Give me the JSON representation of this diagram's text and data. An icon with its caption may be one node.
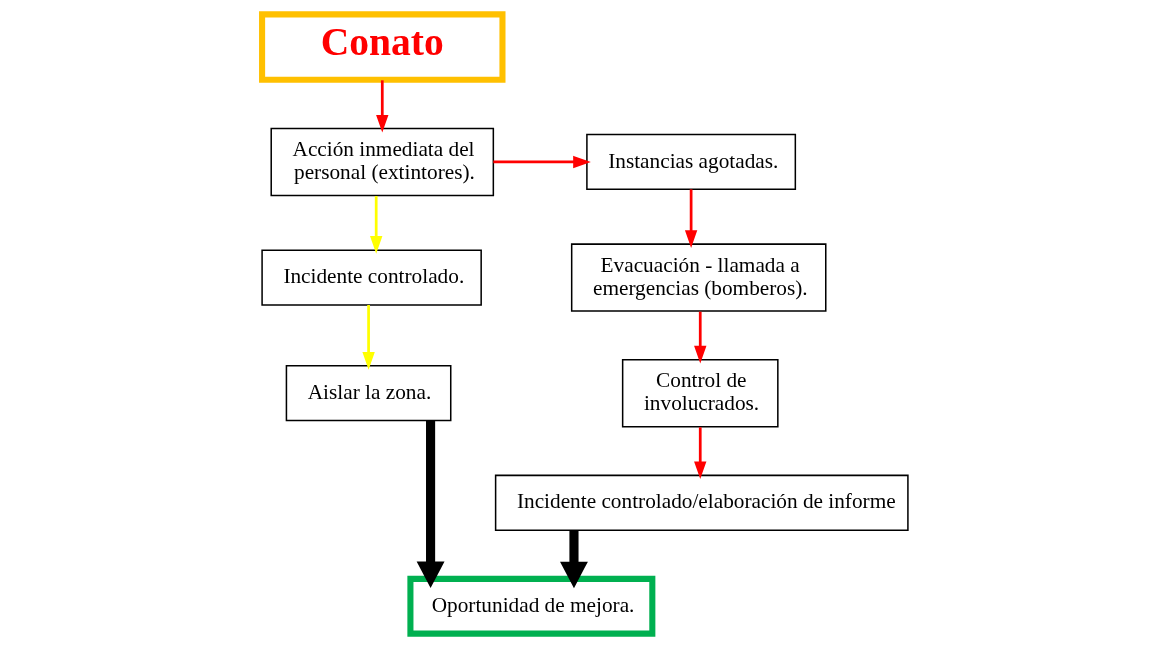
{
  "diagram": {
    "nodes": [
      {
        "text": [
          "Conato"
        ]
      },
      {
        "text": [
          "Acción inmediata del personal (extintores)."
        ]
      },
      {
        "text": [
          "Instancias agotadas."
        ]
      },
      {
        "text": [
          "Incidente controlado."
        ]
      },
      {
        "text": [
          "Evacuación - llamada a emergencias (bomberos)."
        ]
      },
      {
        "text": [
          "Aislar la zona."
        ]
      },
      {
        "text": [
          "Control de involucrados."
        ]
      },
      {
        "text": [
          "Incidente controlado/elaboración de informe"
        ]
      },
      {
        "text": [
          "Oportunidad de mejora."
        ]
      }
    ],
    "edges": [
      {
        "from": 0,
        "to": 1,
        "arrow": "to"
      },
      {
        "from": 1,
        "to": 2,
        "arrow": "to"
      },
      {
        "from": 1,
        "to": 3,
        "arrow": "to",
        "color": "#ffff00"
      },
      {
        "from": 3,
        "to": 5,
        "arrow": "to",
        "color": "#ffff00"
      },
      {
        "from": 2,
        "to": 4,
        "arrow": "to"
      },
      {
        "from": 4,
        "to": 6,
        "arrow": "to"
      },
      {
        "from": 6,
        "to": 7,
        "arrow": "to"
      },
      {
        "from": 5,
        "to": 8,
        "arrow": "to",
        "style": "thick",
        "color": "#000000"
      },
      {
        "from": 7,
        "to": 8,
        "arrow": "to",
        "style": "thick",
        "color": "#000000"
      }
    ]
  }
}
